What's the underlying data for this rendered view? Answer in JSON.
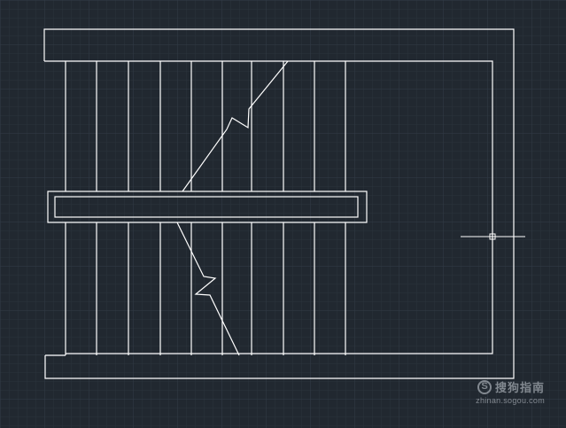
{
  "drawing": {
    "background_color": "#212830",
    "grid_minor_color": "#2b333c",
    "grid_major_color": "#323b45",
    "line_color": "#ffffff"
  },
  "watermark": {
    "logo_letter": "S",
    "brand": "搜狗指南",
    "url": "zhinan.sogou.com"
  }
}
